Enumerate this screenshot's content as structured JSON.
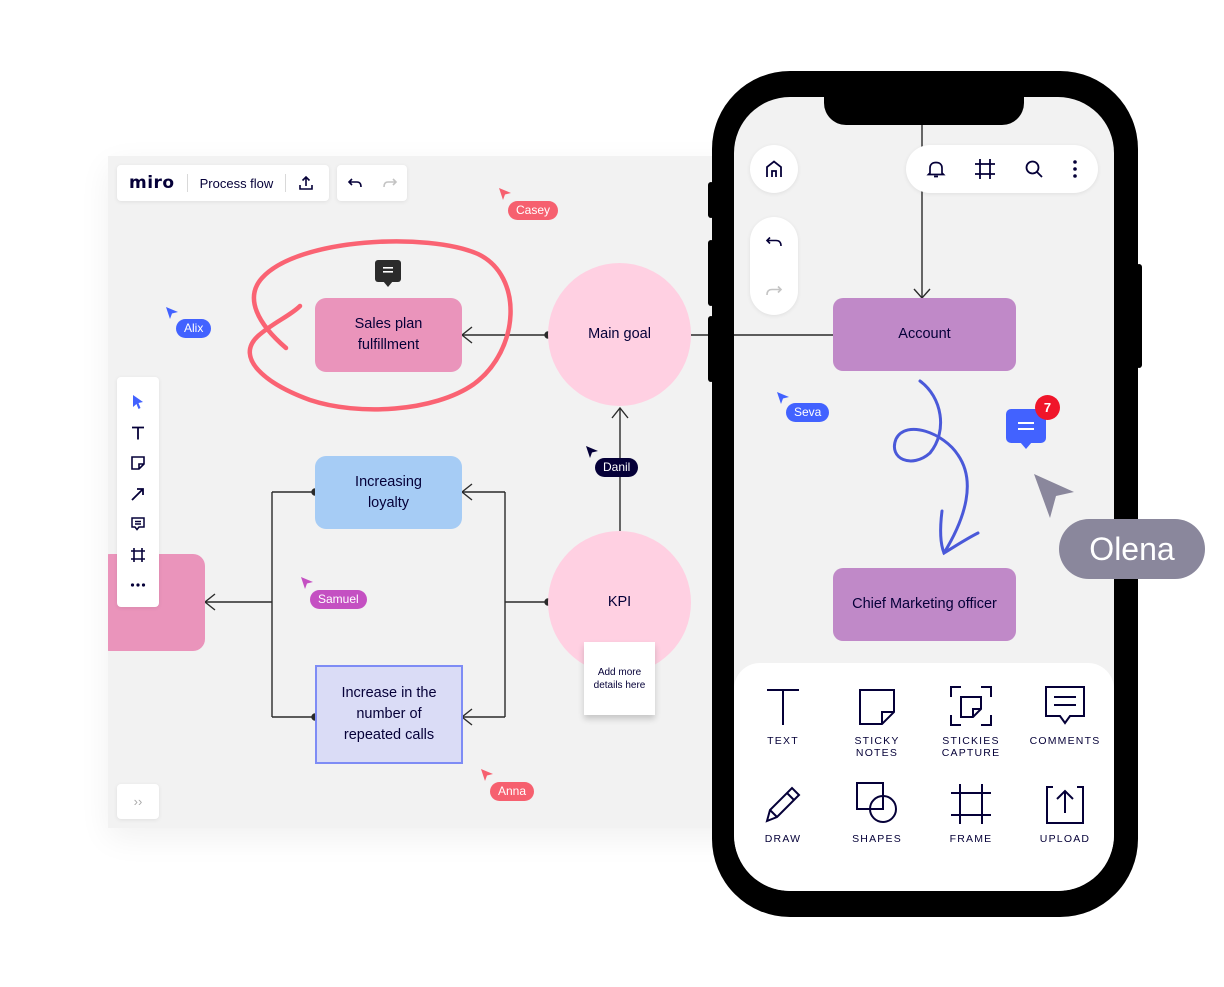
{
  "board": {
    "logo": "miro",
    "title": "Process flow",
    "nodes": {
      "sales_plan": "Sales plan fulfillment",
      "main_goal": "Main goal",
      "increasing_loyalty": "Increasing loyalty",
      "kpi": "KPI",
      "repeated_calls": "Increase in the number of repeated calls",
      "sticky_note": "Add more details here"
    },
    "cursors": {
      "casey": "Casey",
      "alix": "Alix",
      "danil": "Danil",
      "samuel": "Samuel",
      "anna": "Anna"
    },
    "expand_label": "››"
  },
  "phone": {
    "nodes": {
      "account": "Account",
      "cmo": "Chief Marketing officer"
    },
    "cursors": {
      "seva": "Seva",
      "olena": "Olena"
    },
    "comment_badge_count": "7",
    "tools": [
      {
        "label": "TEXT",
        "icon": "text-icon"
      },
      {
        "label": "STICKY\nNOTES",
        "icon": "sticky-note-icon"
      },
      {
        "label": "STICKIES\nCAPTURE",
        "icon": "stickies-capture-icon"
      },
      {
        "label": "COMMENTS",
        "icon": "comment-icon"
      },
      {
        "label": "DRAW",
        "icon": "pen-icon"
      },
      {
        "label": "SHAPES",
        "icon": "shapes-icon"
      },
      {
        "label": "FRAME",
        "icon": "frame-icon"
      },
      {
        "label": "UPLOAD",
        "icon": "upload-icon"
      }
    ]
  },
  "colors": {
    "ink": "#050038",
    "pink_node": "#ea94bb",
    "light_pink_circle": "#ffd0e2",
    "blue_node": "#a6ccf5",
    "lavender_node": "#dadcf6",
    "purple_node": "#c089c8",
    "red_accent": "#f6606f",
    "blue_accent": "#4262ff"
  }
}
